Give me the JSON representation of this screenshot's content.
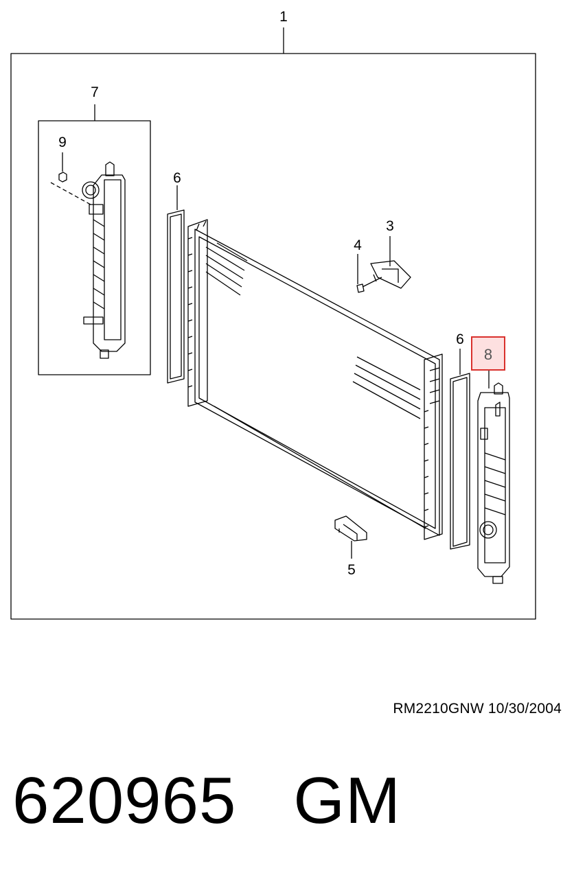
{
  "diagram": {
    "callouts": {
      "c1": "1",
      "c3": "3",
      "c4": "4",
      "c5": "5",
      "c6_left": "6",
      "c6_right": "6",
      "c7": "7",
      "c8": "8",
      "c9": "9"
    },
    "highlight_color": "#d9302c",
    "highlight_fill": "#fde0e0"
  },
  "footer": {
    "reference": "RM2210GNW  10/30/2004",
    "part_number": "620965   GM"
  }
}
